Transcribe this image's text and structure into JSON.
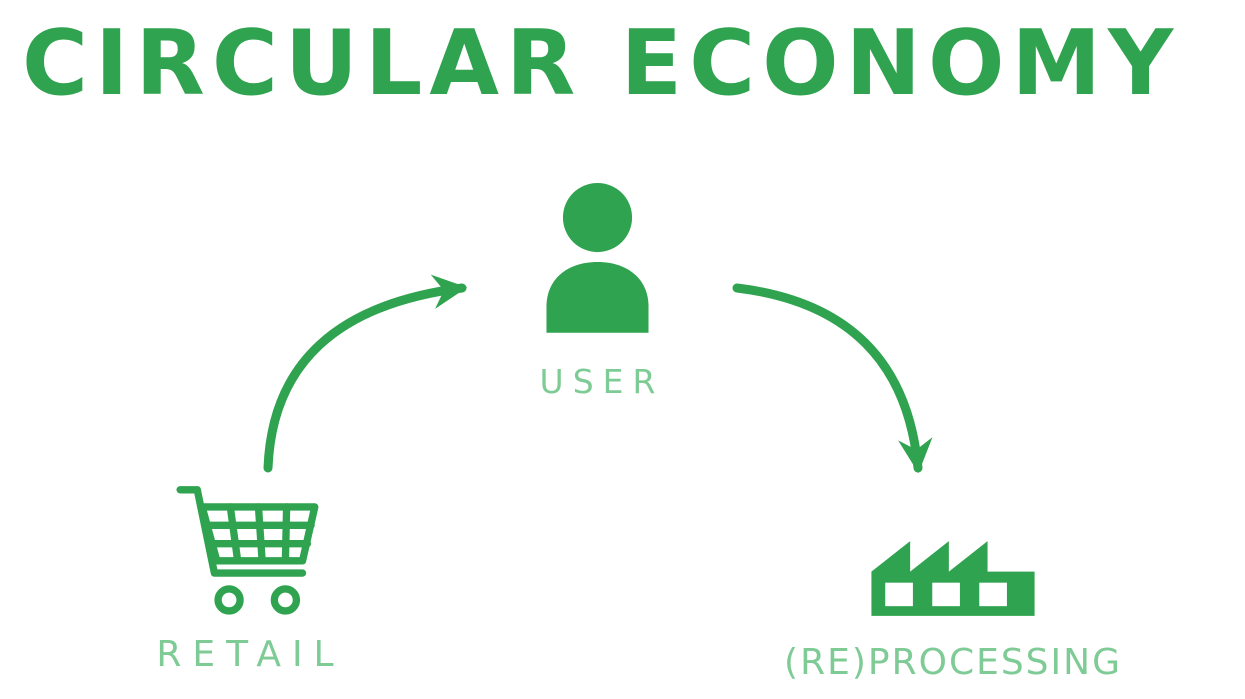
{
  "title": "CIRCULAR ECONOMY",
  "colors": {
    "primary": "#2fa34f",
    "label": "#7fcb96"
  },
  "nodes": {
    "user": {
      "label": "USER",
      "icon": "user-icon"
    },
    "retail": {
      "label": "RETAIL",
      "icon": "shopping-cart-icon"
    },
    "reprocessing": {
      "label": "(RE)PROCESSING",
      "icon": "factory-icon"
    }
  },
  "flows": [
    {
      "from": "RETAIL",
      "to": "USER"
    },
    {
      "from": "USER",
      "to": "(RE)PROCESSING"
    }
  ]
}
